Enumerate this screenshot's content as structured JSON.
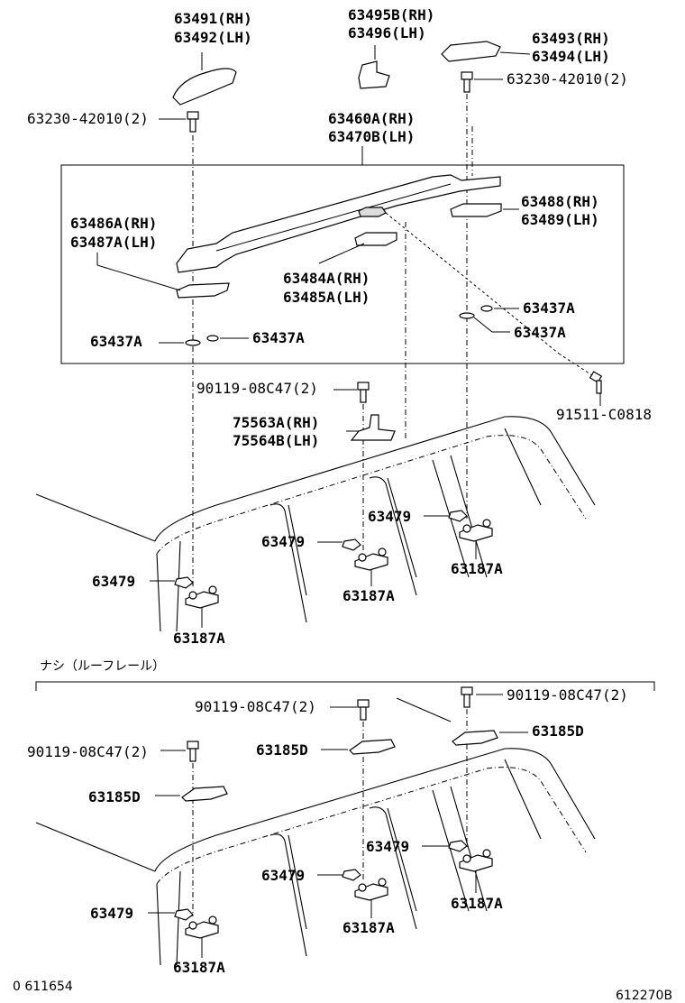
{
  "section1": {
    "p63491": "63491(RH)",
    "p63492": "63492(LH)",
    "p63495b": "63495B(RH)",
    "p63496": "63496(LH)",
    "p63493": "63493(RH)",
    "p63494": "63494(LH)",
    "p63230_right": "63230-42010(2)",
    "p63230_left": "63230-42010(2)",
    "p63460a": "63460A(RH)",
    "p63470b": "63470B(LH)",
    "p63486a": "63486A(RH)",
    "p63487a": "63487A(LH)",
    "p63488": "63488(RH)",
    "p63489": "63489(LH)",
    "p63484a": "63484A(RH)",
    "p63485a": "63485A(LH)",
    "p63437a_1": "63437A",
    "p63437a_2": "63437A",
    "p63437a_3": "63437A",
    "p63437a_4": "63437A",
    "p90119": "90119-08C47(2)",
    "p91511": "91511-C0818",
    "p75563a": "75563A(RH)",
    "p75564b": "75564B(LH)",
    "p63479_1": "63479",
    "p63479_2": "63479",
    "p63479_3": "63479",
    "p63187a_1": "63187A",
    "p63187a_2": "63187A",
    "p63187a_3": "63187A"
  },
  "section2": {
    "heading": "ナシ（ルーフレール）",
    "p90119_a": "90119-08C47(2)",
    "p90119_b": "90119-08C47(2)",
    "p90119_c": "90119-08C47(2)",
    "p63185d_1": "63185D",
    "p63185d_2": "63185D",
    "p63185d_3": "63185D",
    "p63479_1": "63479",
    "p63479_2": "63479",
    "p63479_3": "63479",
    "p63187a_1": "63187A",
    "p63187a_2": "63187A",
    "p63187a_3": "63187A"
  },
  "footer": {
    "left_code": "0 611654",
    "right_code": "612270B"
  }
}
